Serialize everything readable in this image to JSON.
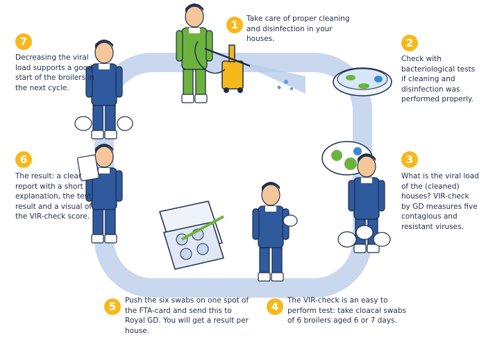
{
  "colors": {
    "loop": "#c9d8ef",
    "badge": "#f7b81b",
    "text": "#1f2d4a",
    "overall": "#2f5a9e",
    "skin": "#f4c69a",
    "hair": "#22324f"
  },
  "steps": [
    {
      "number": "1",
      "text": "Take care of proper cleaning and disinfection in your houses."
    },
    {
      "number": "2",
      "text": "Check with bacteriological tests if cleaning and disinfection was performed properly."
    },
    {
      "number": "3",
      "text": "What is the viral load of the (cleaned) houses? VIR-check by GD measures five contagious and resistant viruses."
    },
    {
      "number": "4",
      "text": "The VIR-check is an easy to perform test: take cloacal swabs of 6 broilers aged 6 or 7 days."
    },
    {
      "number": "5",
      "text": "Push the six swabs on one spot of the FTA-card and send this to Royal GD. You will get a result per house."
    },
    {
      "number": "6",
      "text": "The result: a clear report with a short explanation, the test result and a visual of the VIR-check score."
    },
    {
      "number": "7",
      "text": "Decreasing the viral load supports a good start of the broilers in the next cycle."
    }
  ],
  "illustrations": [
    {
      "name": "worker-pressure-washer",
      "overall": "#6cb33e"
    },
    {
      "name": "petri-dish"
    },
    {
      "name": "worker-virus-cloud",
      "overall": "#2f5a9e"
    },
    {
      "name": "worker-holding-chick",
      "overall": "#2f5a9e"
    },
    {
      "name": "fta-card-swab"
    },
    {
      "name": "worker-report",
      "overall": "#2f5a9e"
    },
    {
      "name": "worker-chicks",
      "overall": "#2f5a9e"
    }
  ]
}
